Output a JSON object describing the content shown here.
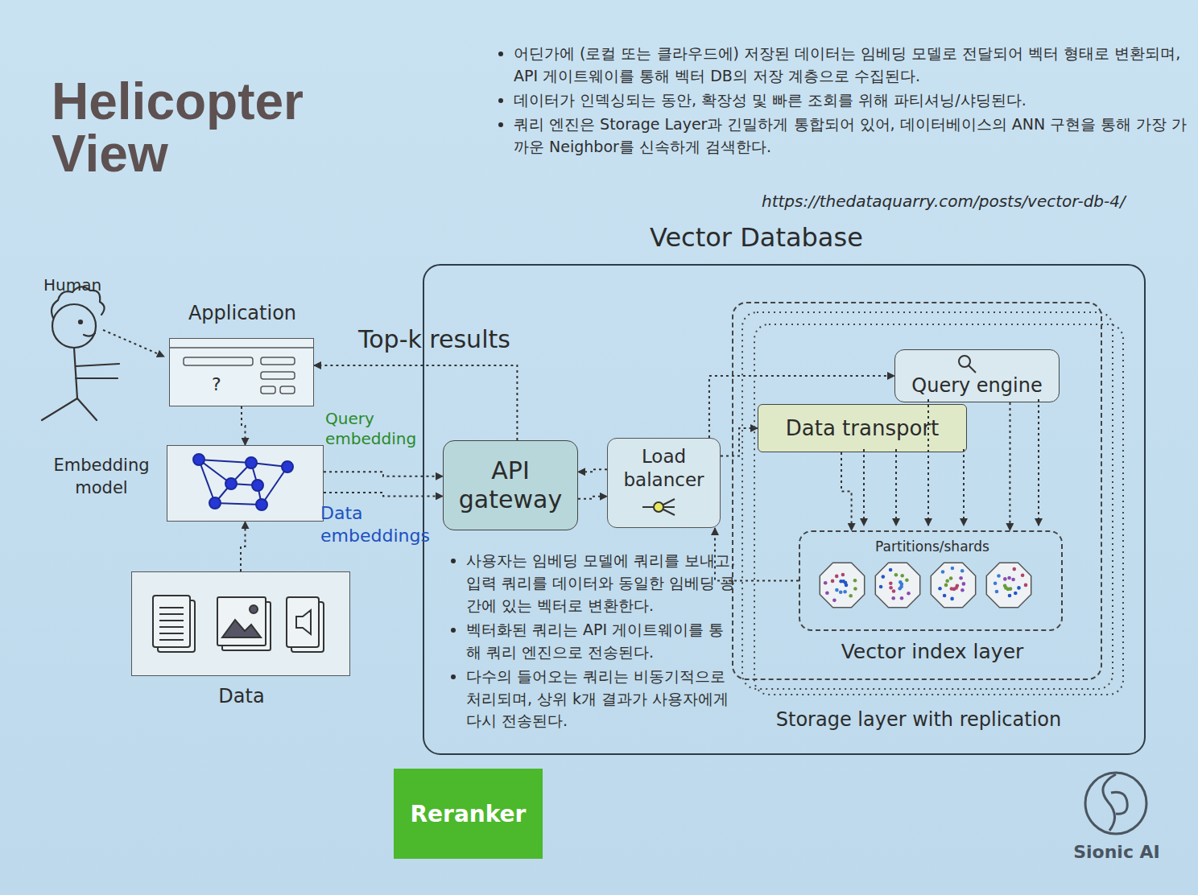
{
  "diagram": {
    "title": "Helicopter View",
    "nodes": [
      {
        "text": [
          "Application",
          "?"
        ]
      },
      {
        "text": [
          "Embedding model"
        ]
      },
      {
        "text": [
          "Data"
        ]
      },
      {
        "text": [
          "Vector Database"
        ]
      },
      {
        "text": [
          "API gateway"
        ],
        "in": 3
      },
      {
        "text": [
          "Load balancer"
        ],
        "in": 3
      },
      {
        "text": [
          "Storage layer with replication"
        ],
        "in": 3
      },
      {
        "text": [
          "Query engine"
        ],
        "in": 6
      },
      {
        "text": [
          "Data transport"
        ],
        "in": 6
      },
      {
        "text": [
          "Partitions/shards",
          "Vector index layer"
        ],
        "in": 6
      },
      {
        "text": [
          "Reranker"
        ]
      }
    ],
    "edges": [
      {
        "from": 0,
        "to": 1,
        "arrow": "to"
      },
      {
        "from": 2,
        "to": 1,
        "arrow": "to"
      },
      {
        "from": 1,
        "to": 4,
        "label": "Query embedding",
        "arrow": "to"
      },
      {
        "from": 1,
        "to": 4,
        "label": "Data embeddings",
        "arrow": "to"
      },
      {
        "from": 4,
        "to": 0,
        "label": "Top-k results",
        "arrow": "to"
      },
      {
        "from": 5,
        "to": 4,
        "arrow": "to"
      },
      {
        "from": 4,
        "to": 5,
        "arrow": "to"
      },
      {
        "from": 5,
        "to": 7,
        "arrow": "to"
      },
      {
        "from": 5,
        "to": 8,
        "arrow": "to"
      },
      {
        "from": 9,
        "to": 5,
        "arrow": "to"
      },
      {
        "from": 8,
        "to": 9,
        "arrow": "to"
      },
      {
        "from": 7,
        "to": 9,
        "arrow": "to"
      }
    ],
    "labels": [
      "어딘가에 (로컬 또는 클라우드에) 저장된 데이터는 임베딩 모델로 전달되어 벡터 형태로 변환되며, API 게이트웨이를 통해 벡터 DB의 저장 계층으로 수집된다.",
      "데이터가 인덱싱되는 동안, 확장성 및 빠른 조회를 위해 파티셔닝/샤딩된다.",
      "쿼리 엔진은 Storage Layer과 긴밀하게 통합되어 있어, 데이터베이스의 ANN 구현을 통해 가장 가까운 Neighbor를 신속하게 검색한다.",
      "https://thedataquarry.com/posts/vector-db-4/",
      "Human",
      "사용자는 임베딩 모델에 쿼리를 보내고, 입력 쿼리를 데이터와 동일한 임베딩 공간에 있는 벡터로 변환한다.",
      "벡터화된 쿼리는 API 게이트웨이를 통해 쿼리 엔진으로 전송된다.",
      "다수의 들어오는 쿼리는 비동기적으로 처리되며, 상위 k개 결과가 사용자에게 다시 전송된다.",
      "Sionic AI"
    ]
  }
}
